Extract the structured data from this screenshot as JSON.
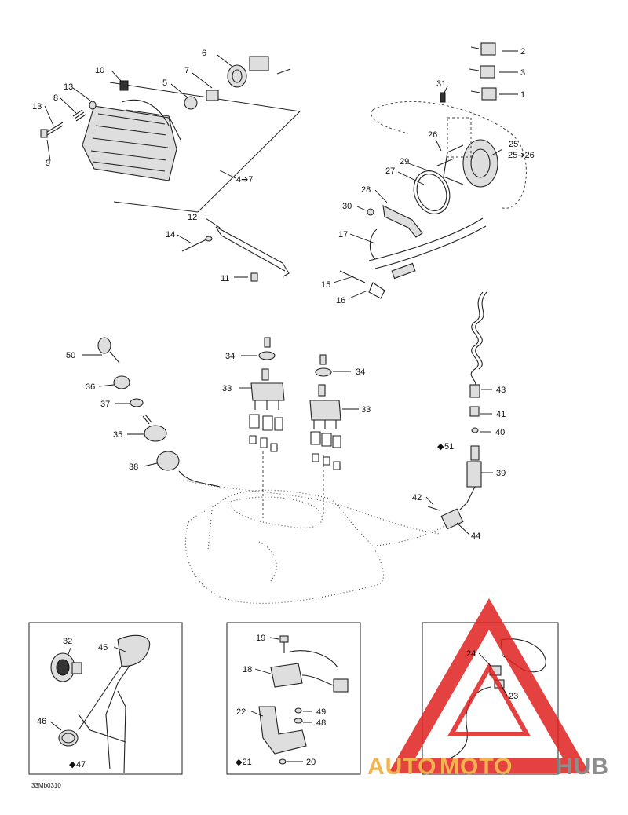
{
  "callouts": {
    "c1": "1",
    "c2": "2",
    "c3": "3",
    "c4to7": "4➔7",
    "c5": "5",
    "c6": "6",
    "c7": "7",
    "c8": "8",
    "c9": "9",
    "c10": "10",
    "c11": "11",
    "c12": "12",
    "c13a": "13",
    "c13b": "13",
    "c14": "14",
    "c15": "15",
    "c16": "16",
    "c17": "17",
    "c18": "18",
    "c19": "19",
    "c20": "20",
    "c21": "21",
    "c22": "22",
    "c23": "23",
    "c24": "24",
    "c25": "25",
    "c25to26": "25➔26",
    "c26": "26",
    "c27": "27",
    "c28": "28",
    "c29": "29",
    "c30": "30",
    "c31": "31",
    "c32": "32",
    "c33a": "33",
    "c33b": "33",
    "c34a": "34",
    "c34b": "34",
    "c35": "35",
    "c36": "36",
    "c37": "37",
    "c38": "38",
    "c39": "39",
    "c40": "40",
    "c41": "41",
    "c42": "42",
    "c43": "43",
    "c44": "44",
    "c45": "45",
    "c46": "46",
    "c47": "47",
    "c48": "48",
    "c49": "49",
    "c50": "50",
    "c51": "51"
  },
  "drawing_code": "33Mb0310",
  "watermark": {
    "text_auto": "AUTO",
    "text_moto": "MOTO",
    "text_hub": "HUB",
    "colors": {
      "red": "#e02020",
      "orange": "#f0a830",
      "gray": "#7a7a7a"
    }
  }
}
